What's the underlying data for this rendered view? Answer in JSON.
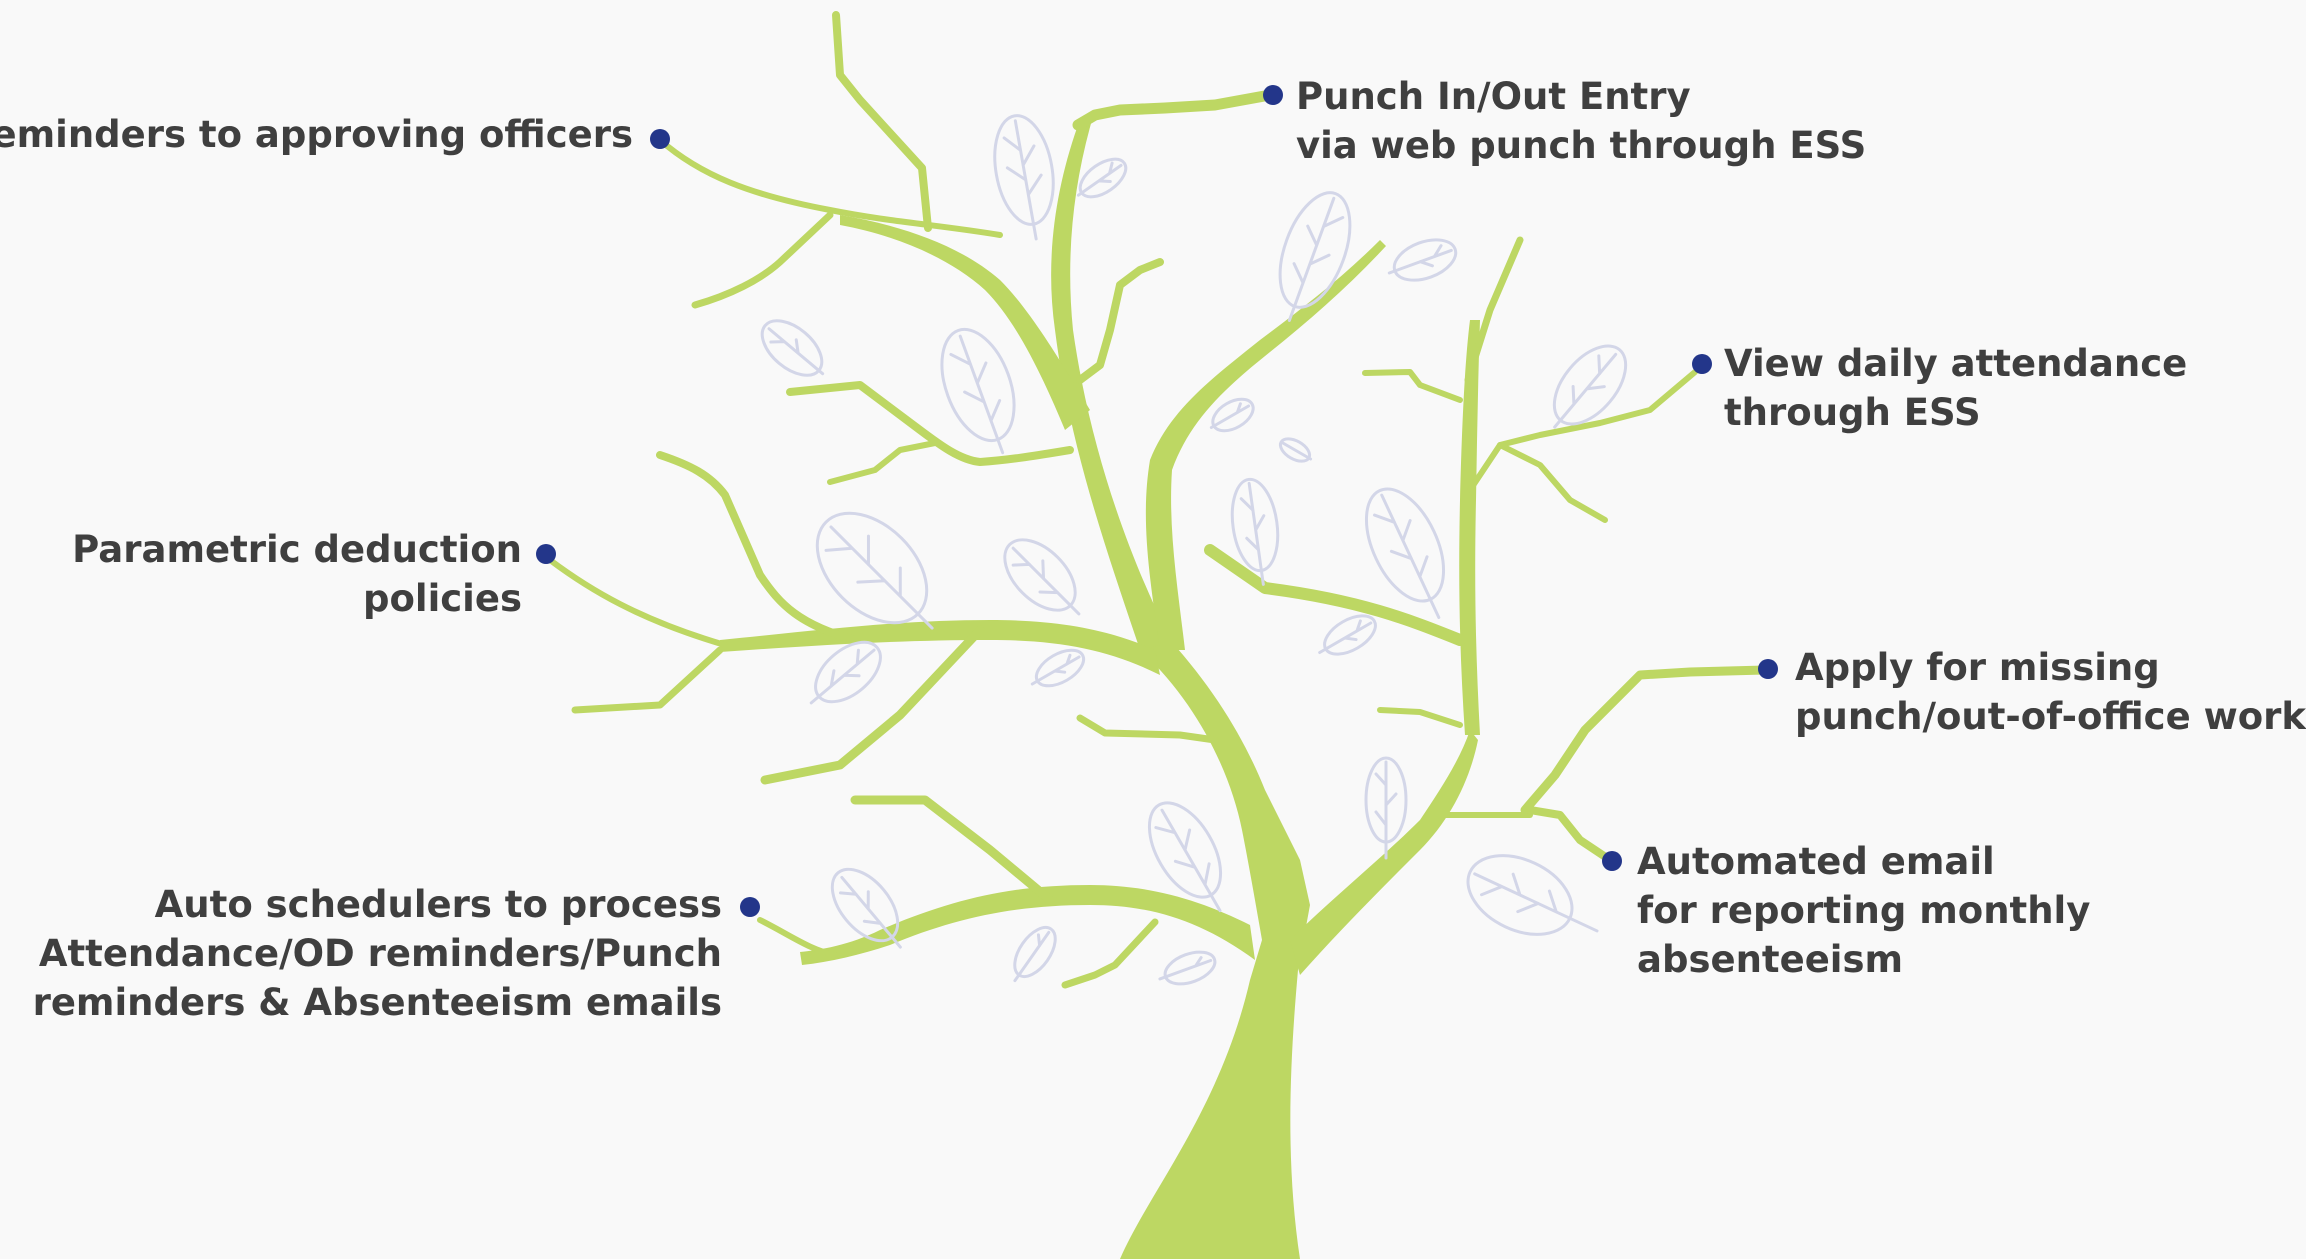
{
  "colors": {
    "background": "#f9f9f9",
    "branch": "#bdd763",
    "leaf": "#d3d6e8",
    "dot": "#23368a",
    "text": "#3f3f3f"
  },
  "features": [
    {
      "id": "reminders-approving-officers",
      "side": "left",
      "lines": [
        "Reminders to approving officers"
      ]
    },
    {
      "id": "parametric-deduction",
      "side": "left",
      "lines": [
        "Parametric deduction",
        "policies"
      ]
    },
    {
      "id": "auto-schedulers",
      "side": "left",
      "lines": [
        "Auto schedulers to process",
        "Attendance/OD reminders/Punch",
        "reminders & Absenteeism emails"
      ]
    },
    {
      "id": "punch-in-out",
      "side": "right",
      "lines": [
        "Punch In/Out Entry",
        "via web punch through ESS"
      ]
    },
    {
      "id": "view-daily-attendance",
      "side": "right",
      "lines": [
        "View daily attendance",
        "through ESS"
      ]
    },
    {
      "id": "apply-missing-punch",
      "side": "right",
      "lines": [
        "Apply for missing",
        "punch/out-of-office work"
      ]
    },
    {
      "id": "automated-email",
      "side": "right",
      "lines": [
        "Automated email",
        "for reporting monthly",
        "absenteeism"
      ]
    }
  ]
}
